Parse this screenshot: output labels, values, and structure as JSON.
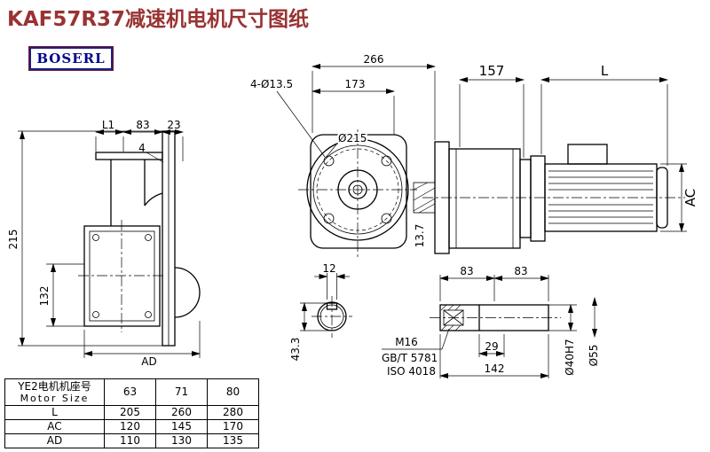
{
  "title": "KAF57R37减速机电机尺寸图纸",
  "logo": "BOSERL",
  "colors": {
    "title": "#993333",
    "logo_text": "#00008b",
    "line": "#000000"
  },
  "front_view": {
    "dim_266": "266",
    "dim_173": "173",
    "bolt_label": "4-Ø13.5",
    "flange_label": "Ø215"
  },
  "right_view": {
    "dim_157": "157",
    "dim_L": "L",
    "dim_AC": "AC",
    "dim_137": "13.7"
  },
  "left_view": {
    "dim_L1": "L1",
    "dim_83": "83",
    "dim_23": "23",
    "dim_4": "4",
    "dim_215": "215",
    "dim_132": "132",
    "dim_AD": "AD"
  },
  "input_view": {
    "dim_12": "12",
    "dim_433": "43.3"
  },
  "output_view": {
    "dim_83a": "83",
    "dim_83b": "83",
    "dim_29": "29",
    "dim_142": "142",
    "thread": "M16",
    "std_gb": "GB/T 5781",
    "std_iso": "ISO 4018",
    "dim_bore": "Ø40H7",
    "dim_dia": "Ø55"
  },
  "table": {
    "header_cn": "YE2电机机座号",
    "header_en": "Motor Size",
    "sizes": [
      "63",
      "71",
      "80"
    ],
    "rows": [
      {
        "label": "L",
        "v0": "205",
        "v1": "260",
        "v2": "280"
      },
      {
        "label": "AC",
        "v0": "120",
        "v1": "145",
        "v2": "170"
      },
      {
        "label": "AD",
        "v0": "110",
        "v1": "130",
        "v2": "135"
      }
    ]
  }
}
